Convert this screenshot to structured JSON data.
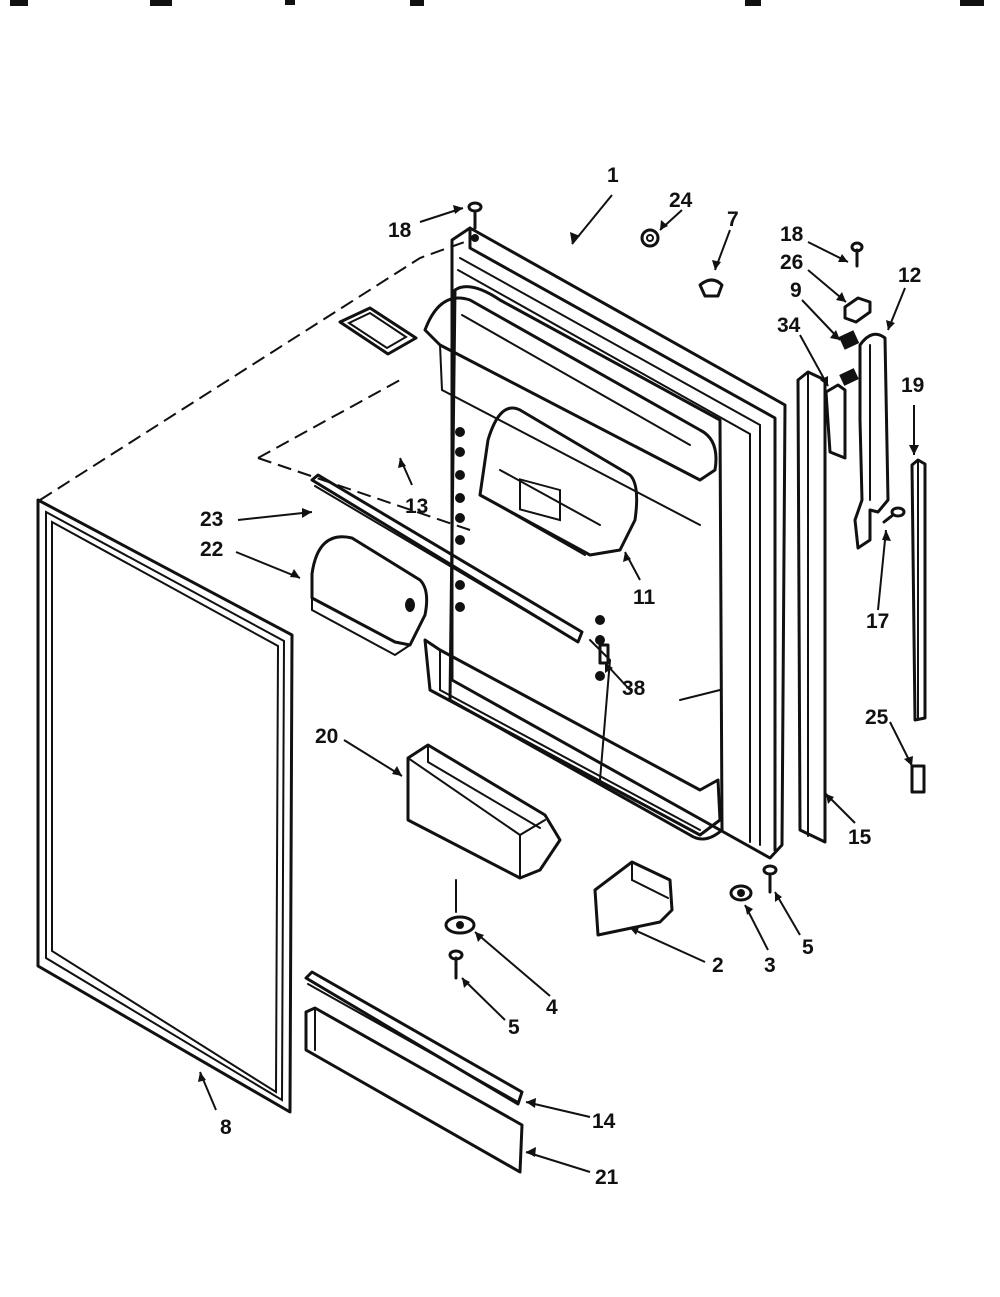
{
  "callouts": [
    {
      "id": "c1",
      "text": "1"
    },
    {
      "id": "c18a",
      "text": "18"
    },
    {
      "id": "c24",
      "text": "24"
    },
    {
      "id": "c7",
      "text": "7"
    },
    {
      "id": "c18b",
      "text": "18"
    },
    {
      "id": "c26",
      "text": "26"
    },
    {
      "id": "c12",
      "text": "12"
    },
    {
      "id": "c9",
      "text": "9"
    },
    {
      "id": "c34",
      "text": "34"
    },
    {
      "id": "c19",
      "text": "19"
    },
    {
      "id": "c13",
      "text": "13"
    },
    {
      "id": "c23",
      "text": "23"
    },
    {
      "id": "c22",
      "text": "22"
    },
    {
      "id": "c11",
      "text": "11"
    },
    {
      "id": "c17",
      "text": "17"
    },
    {
      "id": "c38",
      "text": "38"
    },
    {
      "id": "c20",
      "text": "20"
    },
    {
      "id": "c25",
      "text": "25"
    },
    {
      "id": "c15",
      "text": "15"
    },
    {
      "id": "c2",
      "text": "2"
    },
    {
      "id": "c3",
      "text": "3"
    },
    {
      "id": "c5a",
      "text": "5"
    },
    {
      "id": "c4",
      "text": "4"
    },
    {
      "id": "c5b",
      "text": "5"
    },
    {
      "id": "c8",
      "text": "8"
    },
    {
      "id": "c14",
      "text": "14"
    },
    {
      "id": "c21",
      "text": "21"
    }
  ]
}
